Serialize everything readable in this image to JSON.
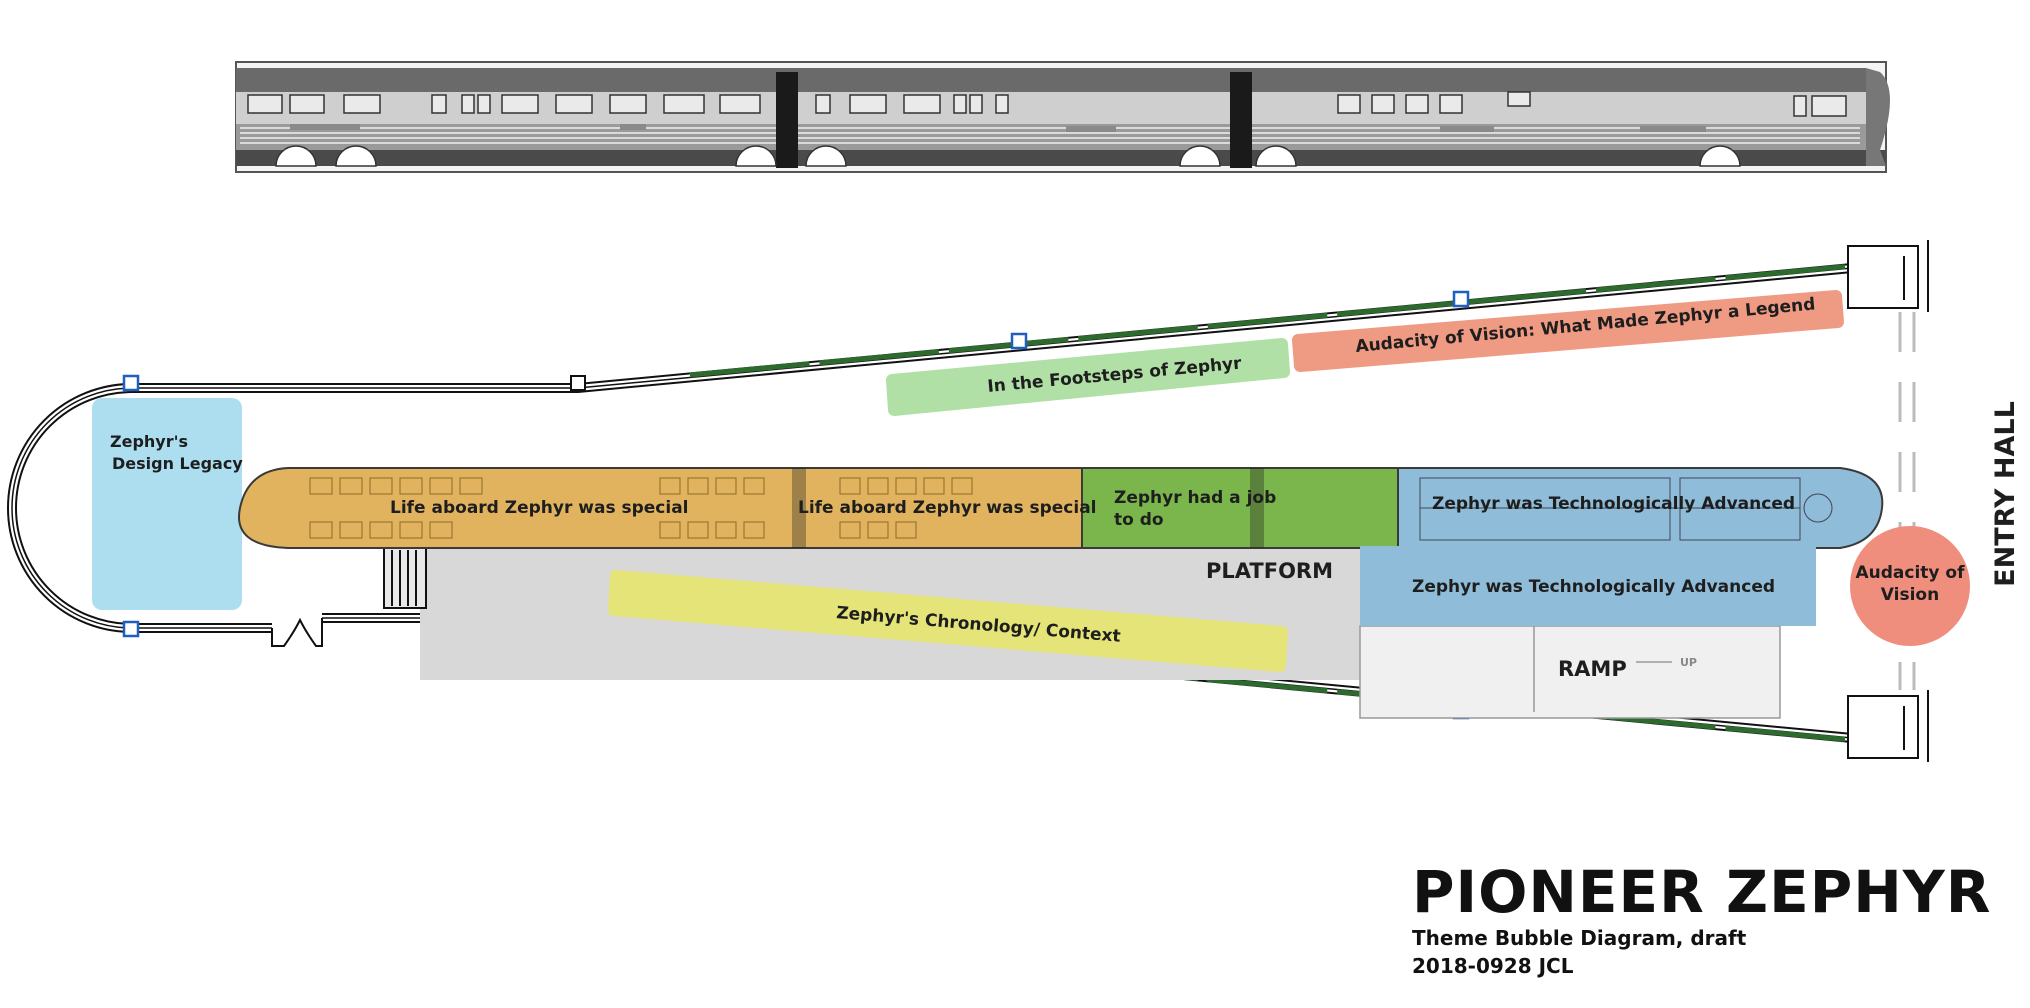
{
  "zones": {
    "design_legacy_line1": "Zephyr's",
    "design_legacy_line2": "Design Legacy",
    "life_aboard_1": "Life aboard Zephyr was special",
    "life_aboard_2": "Life aboard Zephyr was special",
    "job_line1": "Zephyr had a job",
    "job_line2": "to do",
    "tech_advanced_car": "Zephyr was Technologically Advanced",
    "tech_advanced_room": "Zephyr was Technologically Advanced",
    "footsteps": "In the Footsteps of Zephyr",
    "audacity_wall": "Audacity of Vision: What Made Zephyr a Legend",
    "chronology": "Zephyr's Chronology/ Context",
    "audacity_circle_line1": "Audacity of",
    "audacity_circle_line2": "Vision"
  },
  "areas": {
    "platform": "PLATFORM",
    "ramp": "RAMP",
    "ramp_direction": "UP",
    "entry_hall": "ENTRY HALL"
  },
  "title": {
    "main": "PIONEER ZEPHYR",
    "subtitle": "Theme Bubble Diagram, draft",
    "code": "2018-0928 JCL"
  },
  "colors": {
    "design_legacy": "#a8dcef",
    "life_aboard": "#e1b35f",
    "job": "#7ab64c",
    "tech": "#8fbcd8",
    "footsteps": "#b0e0a6",
    "audacity": "#ef9a82",
    "chronology": "#e6e66e",
    "audacity_circle": "#f08e7e",
    "wall_green": "#2d6a2d"
  }
}
